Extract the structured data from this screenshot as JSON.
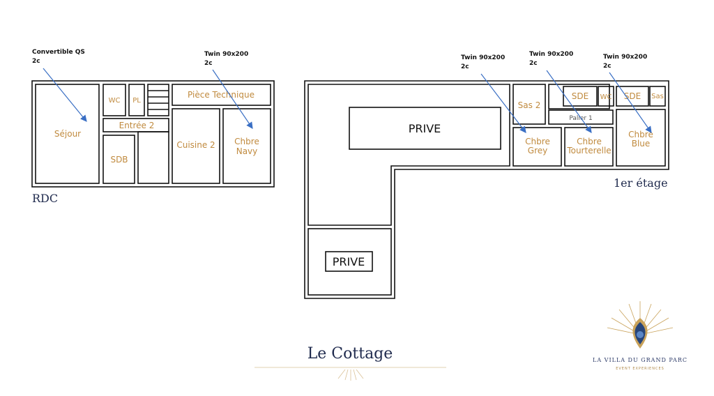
{
  "title": "Le Cottage",
  "floors": {
    "rdc": "RDC",
    "etage": "1er étage"
  },
  "rooms_rdc": {
    "sejour": "Séjour",
    "wc": "WC",
    "pl": "PL",
    "piece_technique": "Pièce Technique",
    "entree": "Entrée 2",
    "sdb": "SDB",
    "cuisine": "Cuisine 2",
    "chbre_navy_1": "Chbre",
    "chbre_navy_2": "Navy"
  },
  "rooms_etage": {
    "prive_top": "PRIVE",
    "prive_bottom": "PRIVE",
    "sas2": "Sas 2",
    "sde1": "SDE",
    "wc": "WC",
    "sde2": "SDE",
    "sas": "Sas",
    "palier": "Palier 1",
    "chbre_grey_1": "Chbre",
    "chbre_grey_2": "Grey",
    "chbre_tourterelle_1": "Chbre",
    "chbre_tourterelle_2": "Tourterelle",
    "chbre_blue_1": "Chbre",
    "chbre_blue_2": "Blue"
  },
  "notes": {
    "convertible": {
      "line1": "Convertible QS",
      "line2": "2c"
    },
    "twin_navy": {
      "line1": "Twin  90x200",
      "line2": "2c"
    },
    "twin_grey": {
      "line1": "Twin  90x200",
      "line2": "2c"
    },
    "twin_tourterelle": {
      "line1": "Twin  90x200",
      "line2": "2c"
    },
    "twin_blue": {
      "line1": "Twin  90x200",
      "line2": "2c"
    }
  },
  "logo": {
    "name": "LA VILLA DU GRAND PARC",
    "tagline": "EVENT EXPERIENCES"
  },
  "colors": {
    "room_label": "#c08a3e",
    "arrow": "#3a6fc4",
    "navy": "#1f2a4d",
    "wall": "#111111"
  }
}
